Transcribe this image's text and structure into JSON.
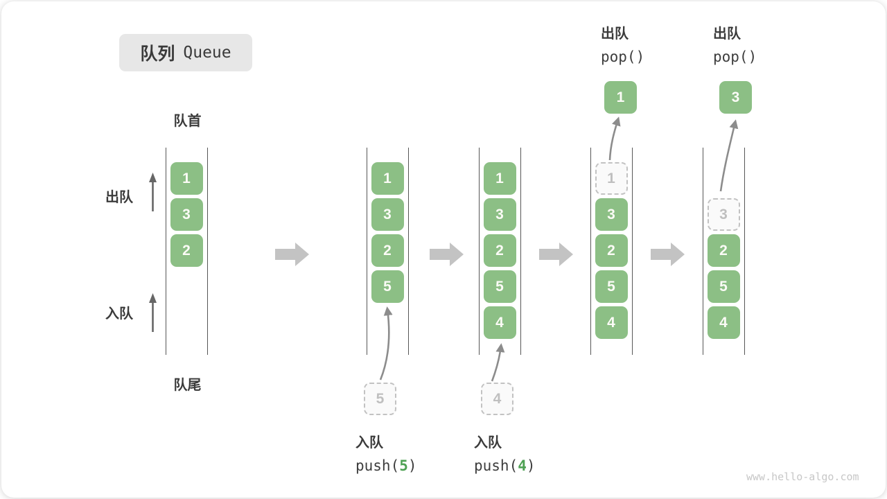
{
  "title": {
    "zh": "队列",
    "en": "Queue"
  },
  "labels": {
    "front": "队首",
    "rear": "队尾",
    "dequeue": "出队",
    "enqueue": "入队"
  },
  "states": [
    {
      "name": "initial",
      "slots": [
        {
          "slot": 1,
          "v": "1",
          "style": "solid"
        },
        {
          "slot": 2,
          "v": "3",
          "style": "solid"
        },
        {
          "slot": 3,
          "v": "2",
          "style": "solid"
        }
      ]
    },
    {
      "name": "after-push-5",
      "slots": [
        {
          "slot": 1,
          "v": "1",
          "style": "solid"
        },
        {
          "slot": 2,
          "v": "3",
          "style": "solid"
        },
        {
          "slot": 3,
          "v": "2",
          "style": "solid"
        },
        {
          "slot": 4,
          "v": "5",
          "style": "solid"
        }
      ]
    },
    {
      "name": "after-push-4",
      "slots": [
        {
          "slot": 1,
          "v": "1",
          "style": "solid"
        },
        {
          "slot": 2,
          "v": "3",
          "style": "solid"
        },
        {
          "slot": 3,
          "v": "2",
          "style": "solid"
        },
        {
          "slot": 4,
          "v": "5",
          "style": "solid"
        },
        {
          "slot": 5,
          "v": "4",
          "style": "solid"
        }
      ]
    },
    {
      "name": "pop-1",
      "slots": [
        {
          "slot": 1,
          "v": "1",
          "style": "dashed"
        },
        {
          "slot": 2,
          "v": "3",
          "style": "solid"
        },
        {
          "slot": 3,
          "v": "2",
          "style": "solid"
        },
        {
          "slot": 4,
          "v": "5",
          "style": "solid"
        },
        {
          "slot": 5,
          "v": "4",
          "style": "solid"
        }
      ]
    },
    {
      "name": "pop-3",
      "slots": [
        {
          "slot": 2,
          "v": "3",
          "style": "dashed"
        },
        {
          "slot": 3,
          "v": "2",
          "style": "solid"
        },
        {
          "slot": 4,
          "v": "5",
          "style": "solid"
        },
        {
          "slot": 5,
          "v": "4",
          "style": "solid"
        }
      ]
    }
  ],
  "operations": {
    "push_5": {
      "label": "入队",
      "code_prefix": "push(",
      "arg": "5",
      "code_suffix": ")",
      "staged_value": "5"
    },
    "push_4": {
      "label": "入队",
      "code_prefix": "push(",
      "arg": "4",
      "code_suffix": ")",
      "staged_value": "4"
    },
    "pop_1": {
      "label": "出队",
      "code": "pop()",
      "popped_value": "1"
    },
    "pop_3": {
      "label": "出队",
      "code": "pop()",
      "popped_value": "3"
    }
  },
  "colors": {
    "box_green": "#8cbf85",
    "code_arg_green": "#4ea153",
    "flow_arrow_gray": "#c3c3c3",
    "path_arrow_gray": "#8c8c8c",
    "text_dark": "#3b3b3b",
    "dashed_border": "#c2c2c2",
    "title_bg": "#e7e7e7"
  },
  "watermark": "www.hello-algo.com"
}
